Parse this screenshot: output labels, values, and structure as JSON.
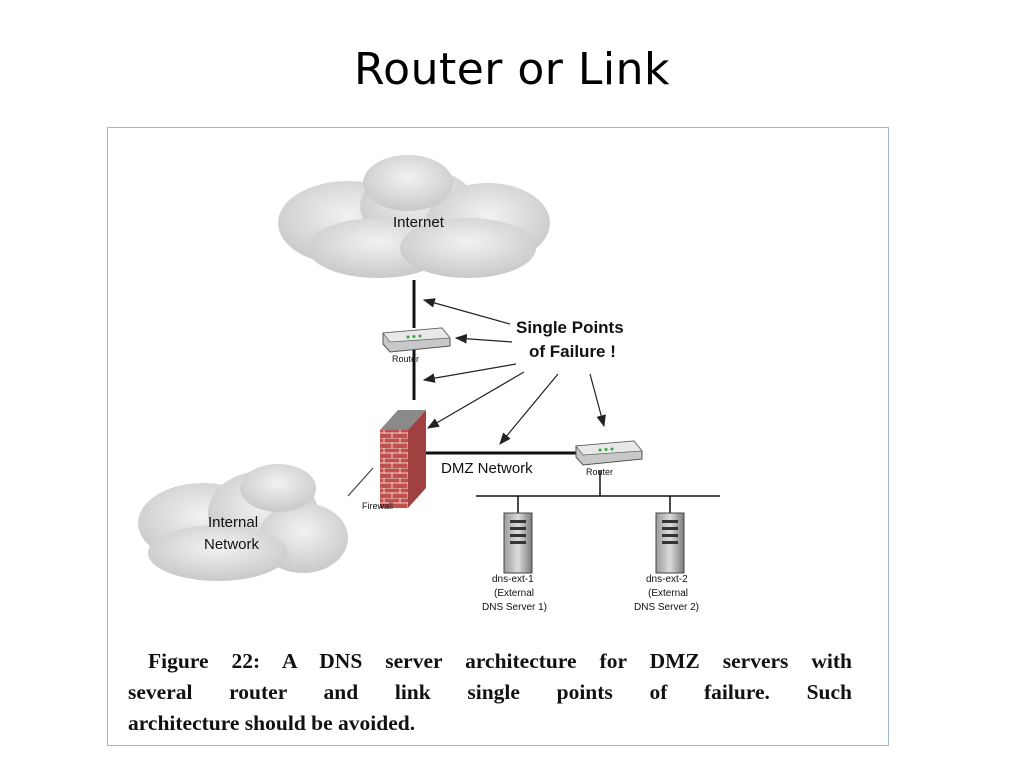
{
  "slide": {
    "title": "Router or Link"
  },
  "diagram": {
    "internet_label": "Internet",
    "router_top_label": "Router",
    "router_dmz_label": "Router",
    "spof_line1": "Single Points",
    "spof_line2": "of Failure !",
    "firewall_label": "Firewall",
    "dmz_label": "DMZ Network",
    "internal_line1": "Internal",
    "internal_line2": "Network",
    "server1": {
      "name": "dns-ext-1",
      "desc1": "(External",
      "desc2": "DNS Server 1)"
    },
    "server2": {
      "name": "dns-ext-2",
      "desc1": "(External",
      "desc2": "DNS Server 2)"
    }
  },
  "caption": {
    "line1": "Figure 22: A DNS server architecture for DMZ servers with",
    "line2": "several router and link single points of failure. Such",
    "line3": "architecture should be avoided."
  },
  "colors": {
    "firewall_brick": "#c0504d",
    "frame_border": "#9fb8d0",
    "cloud": "#dcdcdc"
  }
}
